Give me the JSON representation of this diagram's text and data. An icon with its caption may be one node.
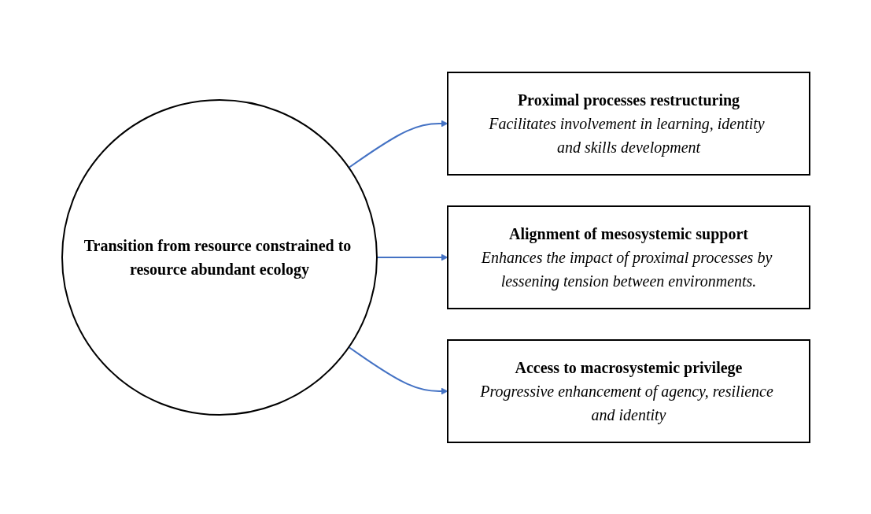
{
  "diagram": {
    "nodes": [
      {
        "text": [
          "Transition from resource constrained to resource abundant ecology"
        ]
      },
      {
        "text": [
          "Proximal processes restructuring",
          "Facilitates involvement in learning, identity and skills development"
        ]
      },
      {
        "text": [
          "Alignment of mesosystemic support",
          "Enhances the impact of proximal processes by lessening tension between environments."
        ]
      },
      {
        "text": [
          "Access to macrosystemic privilege",
          "Progressive enhancement of agency, resilience and identity"
        ]
      }
    ],
    "edges": [
      {
        "from": 0,
        "to": 1,
        "arrow": "to"
      },
      {
        "from": 0,
        "to": 2,
        "arrow": "to"
      },
      {
        "from": 0,
        "to": 3,
        "arrow": "to"
      }
    ]
  }
}
